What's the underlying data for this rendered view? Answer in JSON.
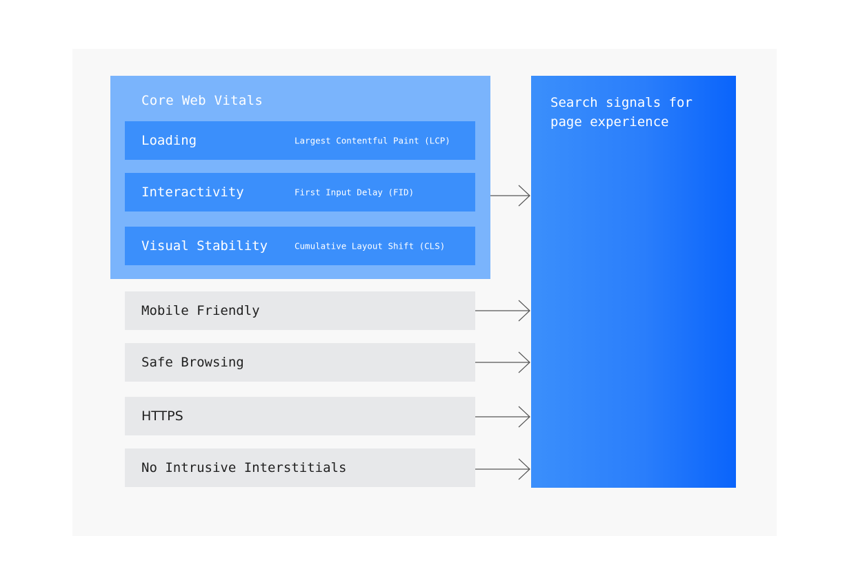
{
  "core_web_vitals": {
    "title": "Core Web Vitals",
    "metrics": [
      {
        "name": "Loading",
        "description": "Largest Contentful Paint (LCP)"
      },
      {
        "name": "Interactivity",
        "description": "First Input Delay (FID)"
      },
      {
        "name": "Visual Stability",
        "description": "Cumulative Layout Shift (CLS)"
      }
    ]
  },
  "signals": [
    {
      "label": "Mobile Friendly"
    },
    {
      "label": "Safe Browsing"
    },
    {
      "label": "HTTPS"
    },
    {
      "label": "No Intrusive Interstitials"
    }
  ],
  "result": {
    "label": "Search signals for page experience"
  },
  "colors": {
    "panel_background": "#7ab4fc",
    "metric_background": "#3b8ffb",
    "signal_background": "#e7e8ea",
    "result_gradient_start": "#3b8ffb",
    "result_gradient_end": "#0a64fb",
    "arrow": "#555555"
  }
}
